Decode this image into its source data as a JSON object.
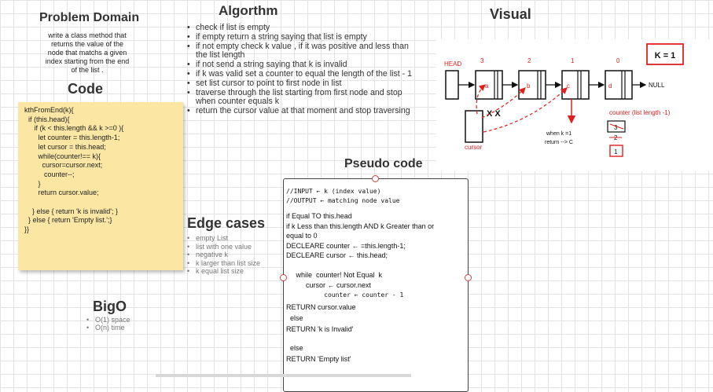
{
  "problem": {
    "title": "Problem Domain",
    "lines": [
      "write a class method that",
      "returns the value of the",
      "node that matchs a given",
      "index starting from the end",
      "of the list ."
    ]
  },
  "code": {
    "title": "Code",
    "text": "kthFromEnd(k){\n  if (this.head){\n     if (k < this.length && k >=0 ){\n       let counter = this.length-1;\n       let cursor = this.head;\n       while(counter!== k){\n         cursor=cursor.next;\n          counter--;\n       }\n       return cursor.value;\n\n    } else { return 'k is invalid'; }\n  } else { return 'Empty list.';}\n}}"
  },
  "algorithm": {
    "title": "Algorthm",
    "items": [
      "check if list is empty",
      "if empty return a string saying that list is empty",
      " if not empty check k value , if it was positive and less than the list length",
      "if not send a string saying that k is invalid",
      "if k was valid set a counter to equal the length of the list - 1",
      "set list cursor to point to first node in list",
      "traverse through the list starting from first node and stop when counter equals k",
      "return the cursor value at that moment and stop traversing"
    ]
  },
  "edge_cases": {
    "title": "Edge cases",
    "items": [
      "empty List",
      "list with one value",
      "negative k",
      "k larger than list size",
      "k equal list size"
    ]
  },
  "bigo": {
    "title": "BigO",
    "items": [
      "O(1) space",
      "O(n) time"
    ]
  },
  "visual": {
    "title": "Visual",
    "head_label": "HEAD",
    "k_label": "K = 1",
    "indices": [
      "3",
      "2",
      "1",
      "0"
    ],
    "nodes": [
      "a",
      "b",
      "c",
      "d"
    ],
    "null_label": "NULL",
    "cursor_label": "cursor",
    "x_marks": "X  X",
    "when_label": "when k =1",
    "return_label": "return --> C",
    "counter_label": "counter (list length -1)",
    "counter_old": "3",
    "counter_mid": "2",
    "counter_now": "1"
  },
  "pseudo": {
    "title": "Pseudo code",
    "input": "//INPUT ← k (index value)",
    "output": "//OUTPUT ← matching node value",
    "lines": [
      "if  Equal TO this.head",
      "if  k Less than this.length  AND k Greater than or",
      "equal to 0",
      "DECLEARE  counter ←  =this.length-1;",
      "DECLEARE  cursor  ← this.head;",
      "     while  counter! Not Equal  k",
      "          cursor ← cursor.next",
      "          counter ← counter - 1",
      "RETURN  cursor.value",
      "  else",
      "RETURN  'k is Invalid'",
      "  else",
      "RETURN  'Empty list'"
    ]
  },
  "colors": {
    "note": "#fbe6a3",
    "accent_red": "#e02020"
  }
}
